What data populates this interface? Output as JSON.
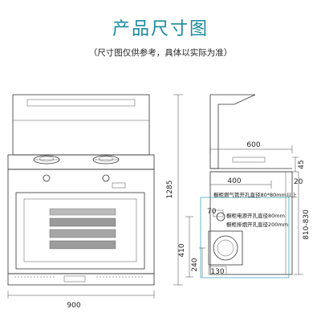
{
  "header": {
    "title": "产品尺寸图",
    "subtitle": "（尺寸图仅供参考，具体以实际为准）"
  },
  "front": {
    "width_label": "900",
    "height_label": "1285"
  },
  "side": {
    "top_width": "600",
    "cooktop_depth": "400",
    "thickness": "45",
    "gap": "20",
    "body_height_range": "810-830",
    "outlet_height": "410",
    "inner_height": "240",
    "hole_size": "130",
    "small_offset": "70",
    "notes": {
      "gas_hole": "橱柜燃气管开孔直径80*80mm以上",
      "power_hole": "橱柜电源开孔直径80mm",
      "exhaust_hole": "橱柜排烟开孔直径200mm"
    }
  }
}
